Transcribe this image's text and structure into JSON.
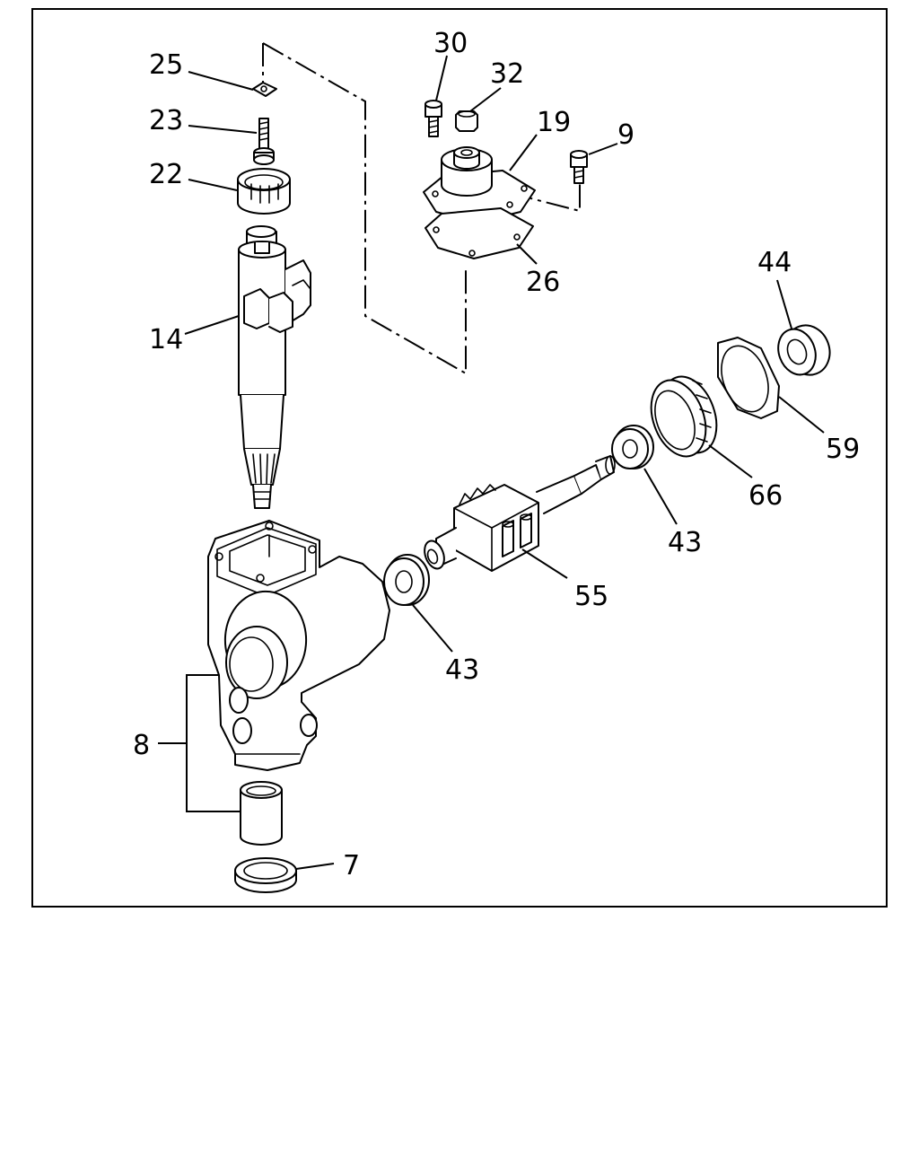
{
  "callouts": {
    "c25": "25",
    "c23": "23",
    "c22": "22",
    "c14": "14",
    "c30": "30",
    "c32": "32",
    "c19": "19",
    "c9": "9",
    "c26": "26",
    "c44": "44",
    "c59": "59",
    "c66": "66",
    "c43a": "43",
    "c55": "55",
    "c43b": "43",
    "c8": "8",
    "c7": "7"
  },
  "colors": {
    "line": "#000000",
    "background": "#ffffff"
  }
}
